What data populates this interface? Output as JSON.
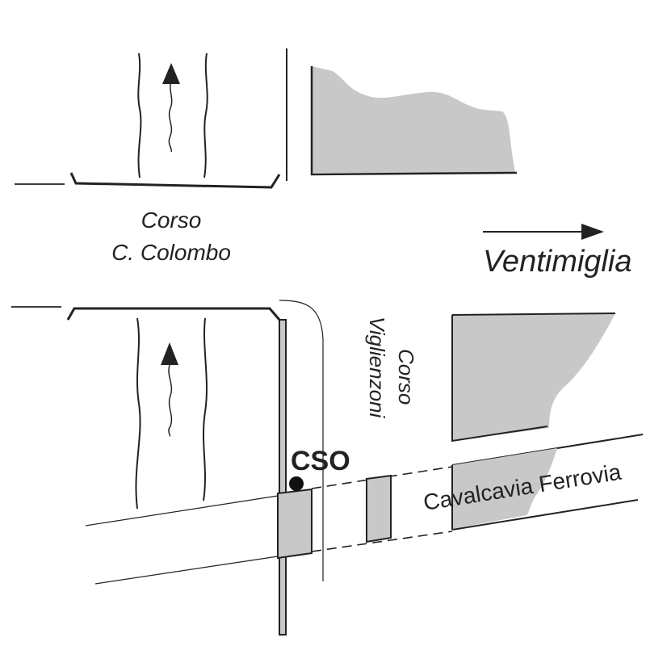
{
  "labels": {
    "corso_colombo_line1": "Corso",
    "corso_colombo_line2": "C. Colombo",
    "ventimiglia": "Ventimiglia",
    "corso_viglienzoni_line1": "Corso",
    "corso_viglienzoni_line2": "Viglienzoni",
    "cavalcavia": "Cavalcavia Ferrovia",
    "cso": "CSO"
  },
  "colors": {
    "fill": "#c8c8c8",
    "ink": "#222222",
    "background": "#ffffff"
  },
  "icons": [
    "flow-arrow-icon",
    "direction-arrow-icon",
    "cso-marker-icon"
  ]
}
